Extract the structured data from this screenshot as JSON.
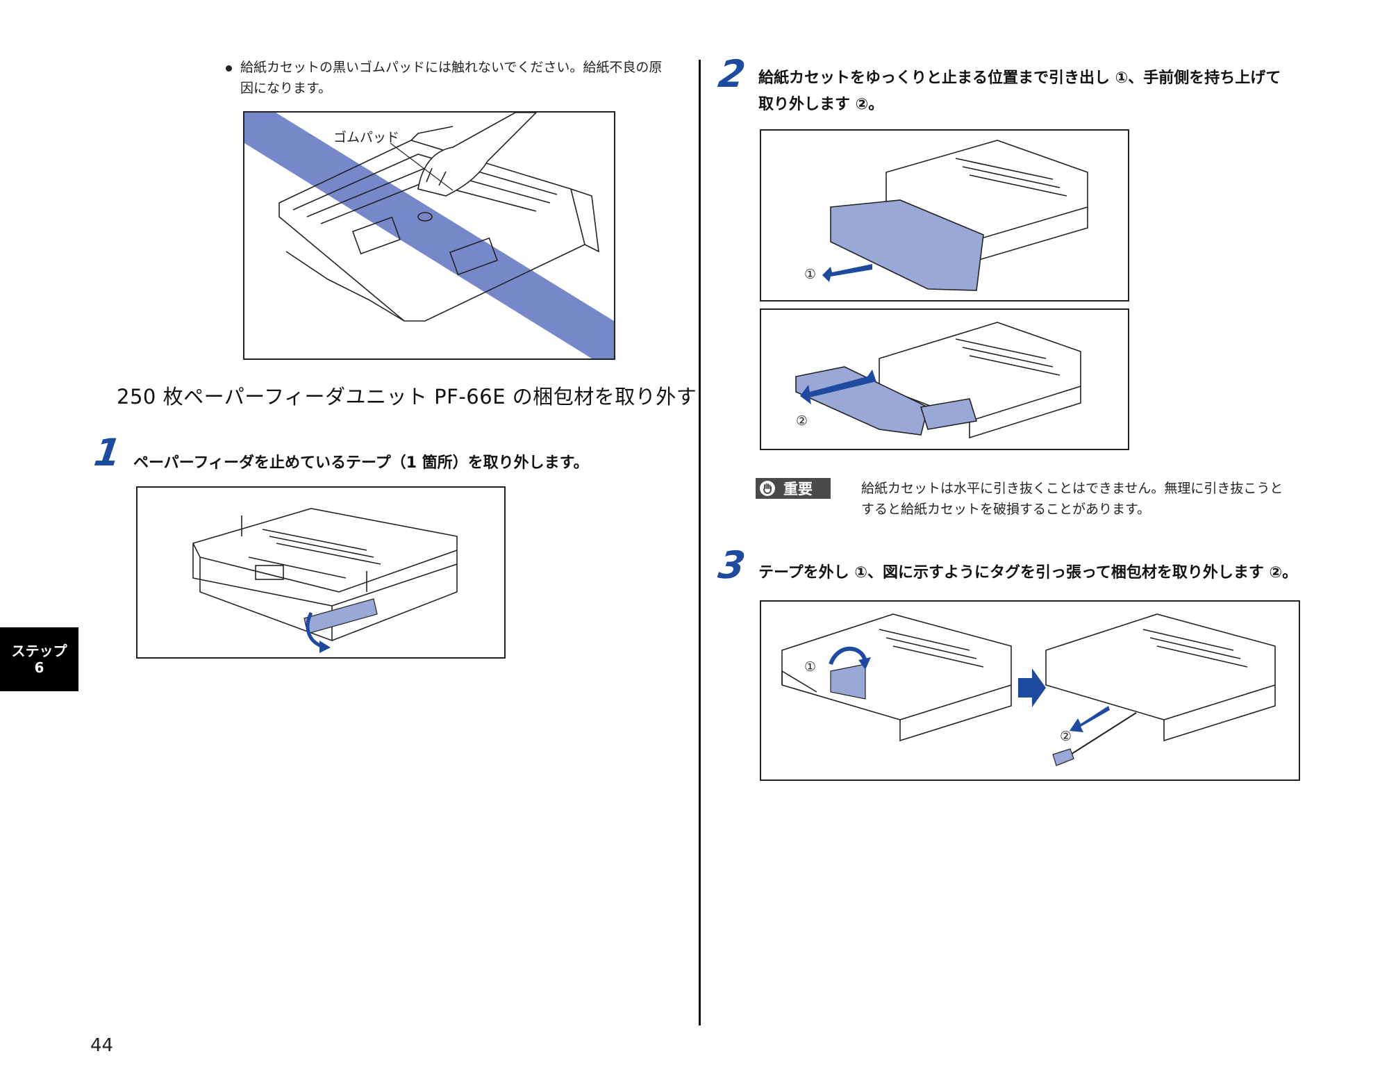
{
  "left": {
    "note_line1": "給紙カセットの黒いゴムパッドには触れないでください。給紙不良の原",
    "note_line2": "因になります。",
    "fig_rubber_label": "ゴムパッド",
    "section_heading": "250 枚ペーパーフィーダユニット PF-66E の梱包材を取り外す",
    "step1_number": "1",
    "step1_text": "ペーパーフィーダを止めているテープ（1 箇所）を取り外します。"
  },
  "right": {
    "step2_number": "2",
    "step2_line1": "給紙カセットをゆっくりと止まる位置まで引き出し ①、手前側を持ち上げて",
    "step2_line2": "取り外します ②。",
    "fig2a_marker": "①",
    "fig2b_marker": "②",
    "important_badge": "重要",
    "important_line1": "給紙カセットは水平に引き抜くことはできません。無理に引き抜こうと",
    "important_line2": "すると給紙カセットを破損することがあります。",
    "step3_number": "3",
    "step3_text": "テープを外し ①、図に示すようにタグを引っ張って梱包材を取り外します ②。",
    "fig3_marker1": "①",
    "fig3_marker2": "②"
  },
  "side_tab": {
    "line1": "ステップ",
    "line2": "6"
  },
  "page_number": "44",
  "colors": {
    "accent_blue": "#1e4aa0",
    "highlight_band": "#6f82c6",
    "part_fill": "#9aa8d8"
  }
}
